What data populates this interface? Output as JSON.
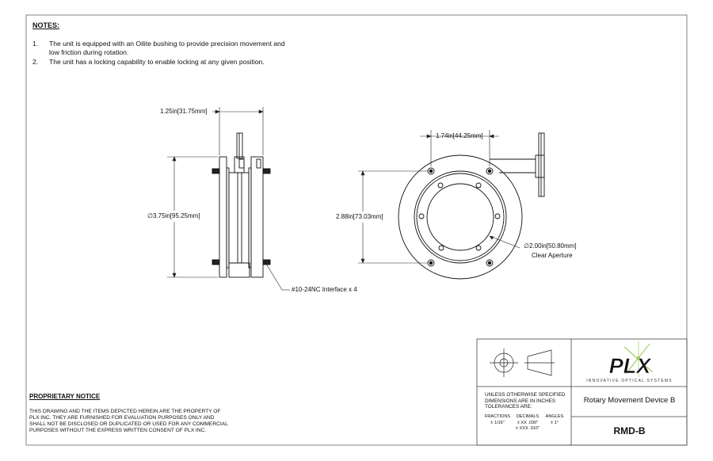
{
  "notes": {
    "title": "NOTES:",
    "items": [
      {
        "num": "1.",
        "text": "The unit is equipped with an Oilite bushing to provide precision movement and low friction during rotation."
      },
      {
        "num": "2.",
        "text": "The unit has a locking capability to enable locking at any given position."
      }
    ]
  },
  "side_view": {
    "width_dim": "1.25in[31.75mm]",
    "diameter_dim": "∅3.75in[95.25mm]",
    "interface_label": "#10-24NC Interface x 4"
  },
  "front_view": {
    "offset_dim": "1.74in[44.25mm]",
    "height_dim": "2.88in[73.03mm]",
    "aperture_dim": "∅2.00in[50.80mm]",
    "aperture_label": "Clear Aperture"
  },
  "proprietary": {
    "title": "PROPRIETARY NOTICE",
    "body": "This drawing and the items depicted herein are the property of PLX Inc. They are furnished for evaluation purposes only and shall not be disclosed or duplicated or used for any commercial purposes without the express written consent of PLX Inc."
  },
  "title_block": {
    "tolerance_text": "UNLESS OTHERWISE SPECIFIED DIMENSIONS ARE IN INCHES TOLERANCES ARE:",
    "fractions_label": "FRACTIONS",
    "fractions_value": "± 1/16\"",
    "decimals_label": "DECIMALS",
    "decimals_xx": "± XX  .030\"",
    "decimals_xxx": "± XXX .010\"",
    "angles_label": "ANGLES",
    "angles_value": "± 1°",
    "logo_text": "PLX",
    "tagline": "INNOVATIVE OPTICAL SYSTEMS",
    "title": "Rotary Movement Device B",
    "part_number": "RMD-B"
  },
  "colors": {
    "line": "#111111",
    "logo_green": "#8cc63f",
    "frame": "#555555"
  }
}
